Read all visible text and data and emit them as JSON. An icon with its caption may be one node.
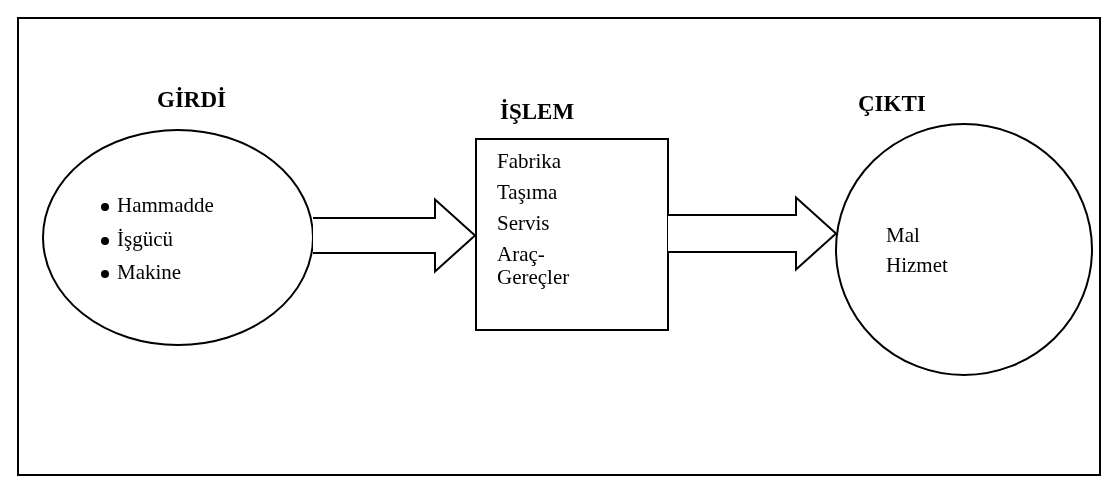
{
  "diagram": {
    "nodes": [
      {
        "text": [
          "GİRDİ",
          "Hammadde",
          "İşgücü",
          "Makine"
        ]
      },
      {
        "text": [
          "İŞLEM",
          "Fabrika",
          "Taşıma",
          "Servis",
          "Araç- Gereçler"
        ]
      },
      {
        "text": [
          "ÇIKTI",
          "Mal",
          "Hizmet"
        ]
      }
    ],
    "edges": [
      {
        "from": 0,
        "to": 1,
        "arrow": "to"
      },
      {
        "from": 1,
        "to": 2,
        "arrow": "to"
      }
    ]
  }
}
